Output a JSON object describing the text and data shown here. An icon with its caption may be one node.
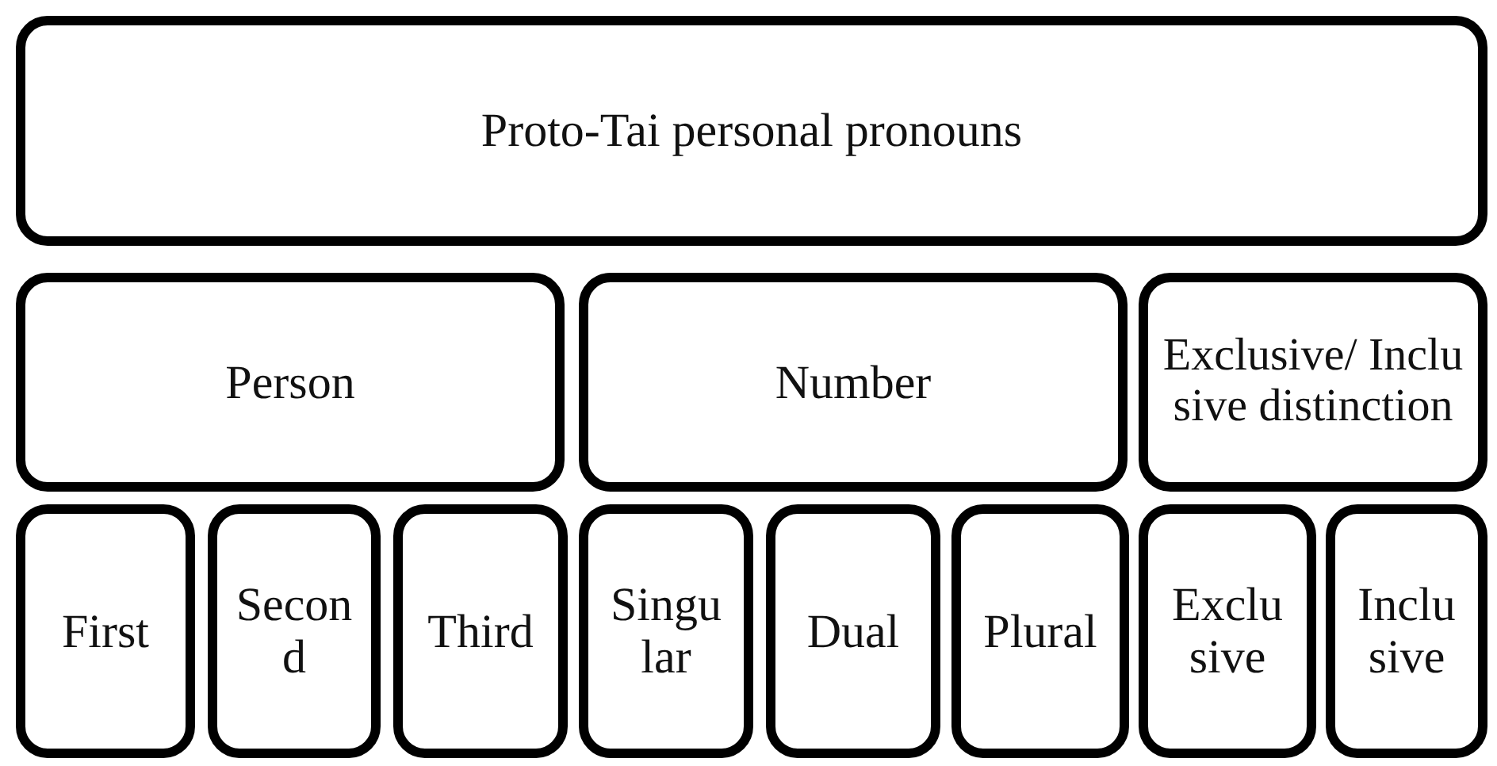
{
  "diagram": {
    "nodes": [
      {
        "text": [
          "Proto-Tai personal pronouns"
        ]
      },
      {
        "text": [
          "Person"
        ]
      },
      {
        "text": [
          "Number"
        ]
      },
      {
        "text": [
          "Exclusive/ Inclusive distinction"
        ]
      },
      {
        "text": [
          "First"
        ]
      },
      {
        "text": [
          "Second"
        ]
      },
      {
        "text": [
          "Third"
        ]
      },
      {
        "text": [
          "Singular"
        ]
      },
      {
        "text": [
          "Dual"
        ]
      },
      {
        "text": [
          "Plural"
        ]
      },
      {
        "text": [
          "Exclusive"
        ]
      },
      {
        "text": [
          "Inclusive"
        ]
      }
    ]
  }
}
